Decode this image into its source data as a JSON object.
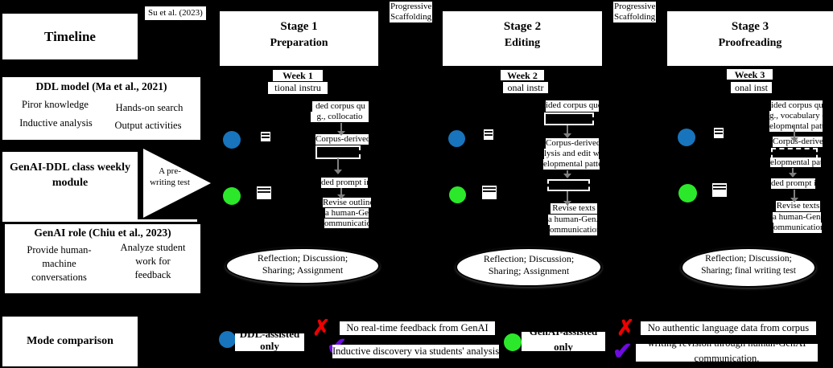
{
  "colors": {
    "background": "#000000",
    "ddl_blue": "#1874bc",
    "genai_green": "#2be82b",
    "cross_red": "#ee0000",
    "check_purple": "#6e0be0",
    "arrow_gray": "#7f7f7f"
  },
  "header": {
    "su_ref": "Su et al. (2023)",
    "scaffold_a_line1": "Progressive",
    "scaffold_a_line2": "Scaffolding",
    "scaffold_b_line1": "Progressive",
    "scaffold_b_line2": "Scaffolding"
  },
  "left_panel": {
    "timeline": "Timeline",
    "ddl_model_title": "DDL model (Ma et al., 2021)",
    "ddl_item1": "Piror knowledge",
    "ddl_item2": "Hands-on search",
    "ddl_item3": "Inductive analysis",
    "ddl_item4": "Output activities",
    "weekly_module": "GenAI-DDL class weekly module",
    "pre_writing_line1": "A pre-",
    "pre_writing_line2": "writing test",
    "genai_role_title": "GenAI role (Chiu et al., 2023)",
    "role_item1_line1": "Provide human-",
    "role_item1_line2": "machine",
    "role_item1_line3": "conversations",
    "role_item2_line1": "Analyze student",
    "role_item2_line2": "work for",
    "role_item2_line3": "feedback",
    "mode_comparison": "Mode comparison"
  },
  "stage1": {
    "title": "Stage 1",
    "subtitle": "Preparation",
    "week": "Week 1",
    "instruction_frag": "tional instru",
    "step1_line1": "ded corpus qu",
    "step1_line2": "g., collocatio",
    "step2": "Corpus-derived",
    "step3": "ded prompt in",
    "step4_line1": "Revise outlines",
    "step4_line2": "a human-GenA",
    "step4_line3": "ommunication",
    "ellipse_line1": "Reflection;  Discussion;",
    "ellipse_line2": "Sharing; Assignment"
  },
  "stage2": {
    "title": "Stage 2",
    "subtitle": "Editing",
    "week": "Week 2",
    "instruction_frag": "onal instr",
    "step1": "ided corpus que",
    "step2_line1": "Corpus-derived",
    "step2_line2": "lysis and edit w",
    "step2_line3": "elopmental patte",
    "step3_line1": "Revise texts",
    "step3_line2": "a human-GenA",
    "step3_line3": "ommunication",
    "ellipse_line1": "Reflection;  Discussion;",
    "ellipse_line2": "Sharing; Assignment"
  },
  "stage3": {
    "title": "Stage 3",
    "subtitle": "Proofreading",
    "week": "Week 3",
    "instruction_frag": "onal inst",
    "step1_line1": "ided corpus que",
    "step1_line2": "g., vocabulary c",
    "step1_line3": "elopmental patte",
    "step2_line1": "Corpus-derived",
    "step2_line2": "elopmental patte",
    "step3": "ded prompt i",
    "step4_line1": "Revise texts",
    "step4_line2": "a human-GenA",
    "step4_line3": "ommunication",
    "ellipse_line1": "Reflection;  Discussion;",
    "ellipse_line2": "Sharing; final writing test"
  },
  "legend": {
    "cross_glyph": "✗",
    "check_glyph": "✔",
    "ddl_line1": "DDL-assisted",
    "ddl_line2": "only",
    "genai_line1": "GenAI-assisted",
    "genai_line2": "only",
    "cross1": "No real-time feedback from GenAI",
    "check1": "Inductive discovery via students' analysis",
    "cross2": "No authentic language data from corpus",
    "check2_line1": "writing revision through human-GenAI",
    "check2_line2": "communication."
  }
}
